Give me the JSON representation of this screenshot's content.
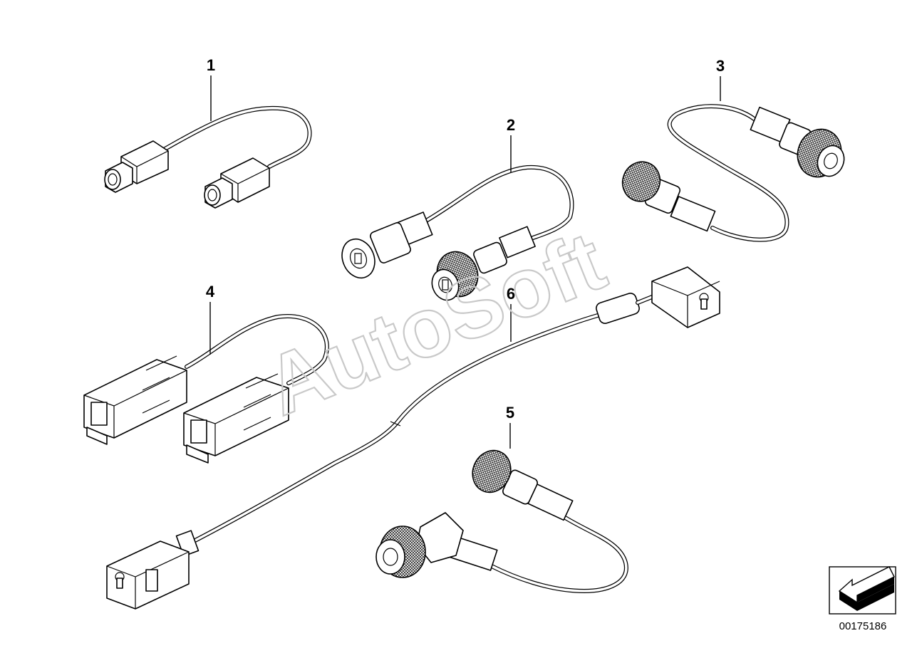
{
  "callouts": [
    {
      "label": "1",
      "part": "cable-1"
    },
    {
      "label": "2",
      "part": "cable-2"
    },
    {
      "label": "3",
      "part": "cable-3"
    },
    {
      "label": "4",
      "part": "cable-4"
    },
    {
      "label": "5",
      "part": "cable-5"
    },
    {
      "label": "6",
      "part": "cable-6"
    }
  ],
  "watermark": "AutoSoft",
  "diagram_id": "00175186",
  "icons": {
    "direction": "arrow-icon"
  }
}
